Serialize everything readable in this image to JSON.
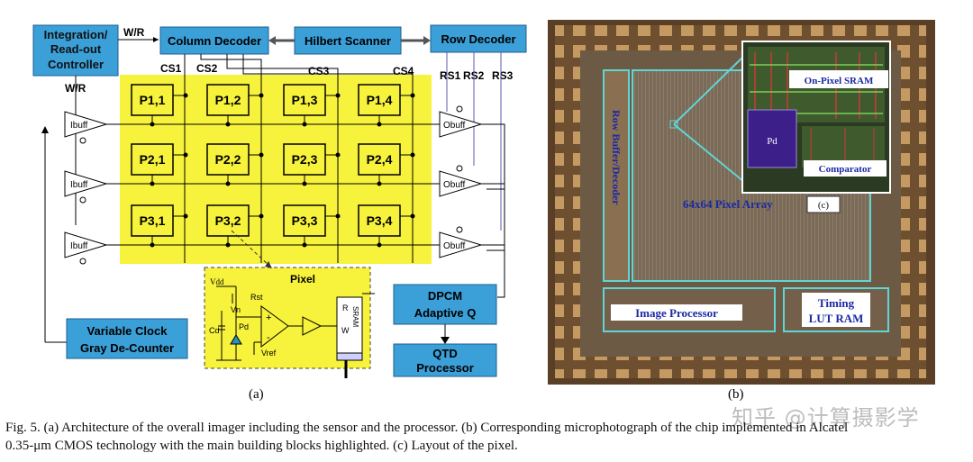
{
  "figure": {
    "panel_a": {
      "label": "(a)",
      "blocks": {
        "controller": [
          "Integration/",
          "Read-out",
          "Controller"
        ],
        "column_decoder": "Column Decoder",
        "hilbert_scanner": "Hilbert Scanner",
        "row_decoder": "Row Decoder",
        "variable_clock": [
          "Variable Clock",
          "Gray De-Counter"
        ],
        "dpcm": [
          "DPCM",
          "Adaptive Q"
        ],
        "qtd": [
          "QTD",
          "Processor"
        ]
      },
      "signals": {
        "wr_top": "W/R",
        "wr_left": "W/R",
        "cs": [
          "CS1",
          "CS2",
          "CS3",
          "CS4"
        ],
        "rs": [
          "RS1",
          "RS2",
          "RS3"
        ],
        "ibuff": "Ibuff",
        "obuff": "Obuff"
      },
      "pixels": [
        [
          "P1,1",
          "P1,2",
          "P1,3",
          "P1,4"
        ],
        [
          "P2,1",
          "P2,2",
          "P2,3",
          "P2,4"
        ],
        [
          "P3,1",
          "P3,2",
          "P3,3",
          "P3,4"
        ]
      ],
      "pixel_detail": {
        "title": "Pixel",
        "vdd": "Vdd",
        "rst": "Rst",
        "vn": "Vn",
        "cd": "Cd",
        "pd": "Pd",
        "vref": "Vref",
        "plus": "+",
        "minus": "-",
        "sram": "SRAM",
        "r": "R",
        "w": "W"
      }
    },
    "panel_b": {
      "label": "(b)",
      "regions": {
        "row_buffer": "Row Buffer/Decoder",
        "pixel_array": "64x64 Pixel Array",
        "image_processor": "Image Processor",
        "timing": [
          "Timing",
          "LUT RAM"
        ],
        "sram": "On-Pixel SRAM",
        "pd": "Pd",
        "comparator": "Comparator",
        "c_label": "(c)"
      }
    }
  },
  "caption": {
    "line1": "Fig. 5.   (a) Architecture of the overall imager including the sensor and the processor. (b) Corresponding microphotograph of the chip implemented in Alcatel",
    "line2": "0.35-μm CMOS technology with the main building blocks highlighted. (c) Layout of the pixel."
  },
  "watermark": "知乎 @计算摄影学",
  "colors": {
    "block_blue": "#3b9fd8",
    "yellow": "#f7f23b",
    "chip_bg": "#8a6a45",
    "highlight": "#5fd6d6",
    "label_blue": "#1b2aa3"
  }
}
